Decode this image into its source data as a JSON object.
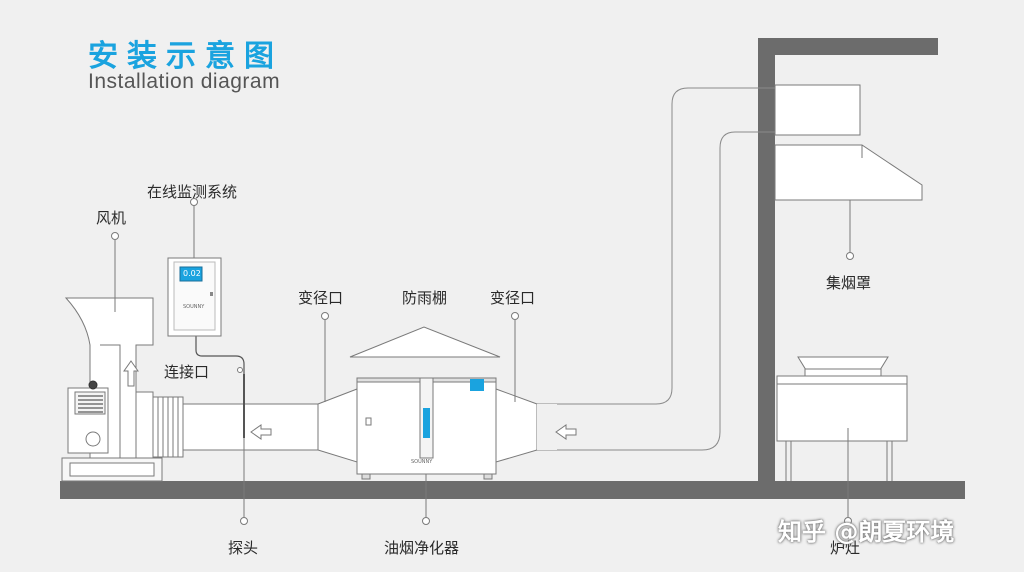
{
  "title": {
    "zh": "安装示意图",
    "en": "Installation diagram"
  },
  "labels": {
    "fan": "风机",
    "monitor": "在线监测系统",
    "connector": "连接口",
    "reducer_left": "变径口",
    "rain_shed": "防雨棚",
    "reducer_right": "变径口",
    "hood": "集烟罩",
    "probe": "探头",
    "purifier": "油烟净化器",
    "stove": "炉灶"
  },
  "device_brand": "SOUNNY",
  "monitor_screen": "0.02",
  "watermark": "知乎 @朗夏环境",
  "colors": {
    "accent": "#1aa3df",
    "line": "#7a7a7a",
    "floor": "#6c6c6c",
    "wall": "#6c6c6c",
    "fill": "#ffffff"
  }
}
